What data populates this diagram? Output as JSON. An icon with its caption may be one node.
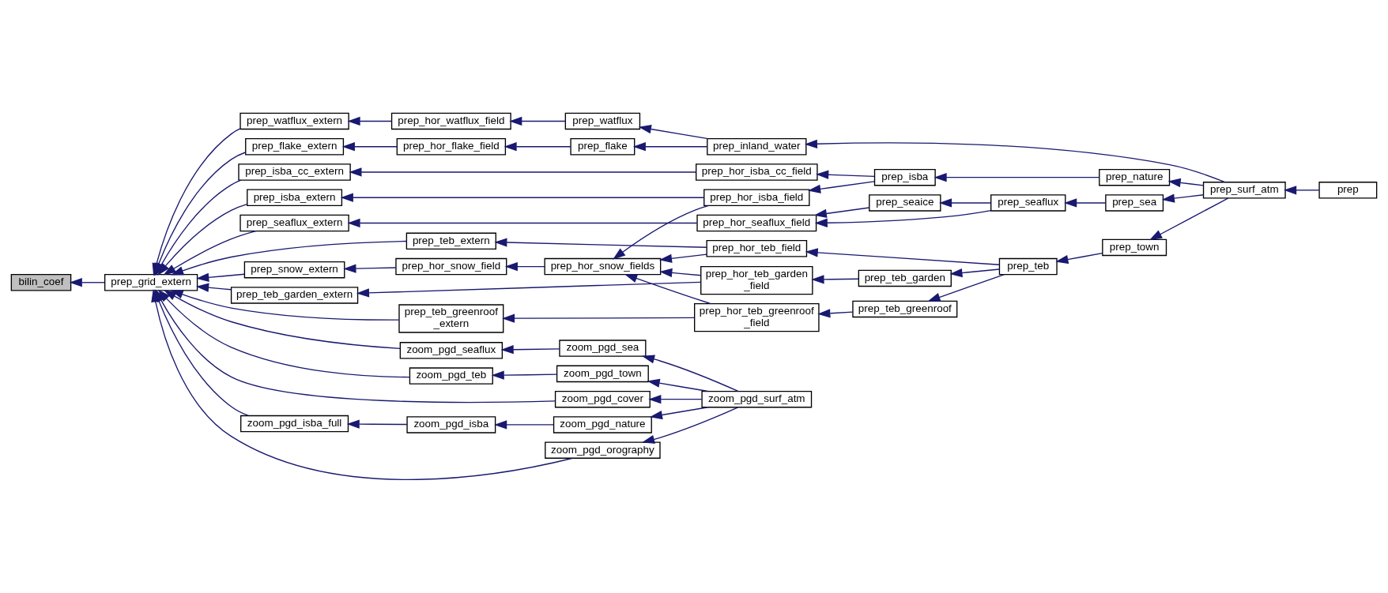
{
  "diagram": {
    "nodes": [
      {
        "text": [
          "bilin_coef"
        ]
      },
      {
        "text": [
          "prep_grid_extern"
        ]
      },
      {
        "text": [
          "prep_watflux_extern"
        ]
      },
      {
        "text": [
          "prep_flake_extern"
        ]
      },
      {
        "text": [
          "prep_isba_cc_extern"
        ]
      },
      {
        "text": [
          "prep_isba_extern"
        ]
      },
      {
        "text": [
          "prep_seaflux_extern"
        ]
      },
      {
        "text": [
          "prep_teb_extern"
        ]
      },
      {
        "text": [
          "prep_snow_extern"
        ]
      },
      {
        "text": [
          "prep_teb_garden_extern"
        ]
      },
      {
        "text": [
          "prep_teb_greenroof _extern"
        ]
      },
      {
        "text": [
          "zoom_pgd_cover"
        ]
      },
      {
        "text": [
          "zoom_pgd_isba_full"
        ]
      },
      {
        "text": [
          "zoom_pgd_orography"
        ]
      },
      {
        "text": [
          "zoom_pgd_seaflux"
        ]
      },
      {
        "text": [
          "zoom_pgd_teb"
        ]
      },
      {
        "text": [
          "prep_hor_watflux_field"
        ]
      },
      {
        "text": [
          "prep_hor_flake_field"
        ]
      },
      {
        "text": [
          "prep_hor_isba_cc_field"
        ]
      },
      {
        "text": [
          "prep_hor_isba_field"
        ]
      },
      {
        "text": [
          "prep_hor_seaflux_field"
        ]
      },
      {
        "text": [
          "prep_hor_snow_field"
        ]
      },
      {
        "text": [
          "prep_watflux"
        ]
      },
      {
        "text": [
          "prep_flake"
        ]
      },
      {
        "text": [
          "prep_seaice"
        ]
      },
      {
        "text": [
          "prep_hor_snow_fields"
        ]
      },
      {
        "text": [
          "prep_inland_water"
        ]
      },
      {
        "text": [
          "prep_hor_teb_field"
        ]
      },
      {
        "text": [
          "prep_hor_teb_garden _field"
        ]
      },
      {
        "text": [
          "prep_hor_teb_greenroof _field"
        ]
      },
      {
        "text": [
          "prep_seaflux"
        ]
      },
      {
        "text": [
          "prep_isba"
        ]
      },
      {
        "text": [
          "prep_teb_garden"
        ]
      },
      {
        "text": [
          "prep_teb_greenroof"
        ]
      },
      {
        "text": [
          "prep_nature"
        ]
      },
      {
        "text": [
          "prep_sea"
        ]
      },
      {
        "text": [
          "prep_teb"
        ]
      },
      {
        "text": [
          "prep_town"
        ]
      },
      {
        "text": [
          "prep_surf_atm"
        ]
      },
      {
        "text": [
          "prep"
        ]
      },
      {
        "text": [
          "zoom_pgd_isba"
        ]
      },
      {
        "text": [
          "zoom_pgd_sea"
        ]
      },
      {
        "text": [
          "zoom_pgd_town"
        ]
      },
      {
        "text": [
          "zoom_pgd_nature"
        ]
      },
      {
        "text": [
          "zoom_pgd_surf_atm"
        ]
      }
    ],
    "edges": [
      {
        "from": 1,
        "to": 0,
        "arrow": "to"
      },
      {
        "from": 2,
        "to": 1,
        "arrow": "to"
      },
      {
        "from": 3,
        "to": 1,
        "arrow": "to"
      },
      {
        "from": 4,
        "to": 1,
        "arrow": "to"
      },
      {
        "from": 5,
        "to": 1,
        "arrow": "to"
      },
      {
        "from": 6,
        "to": 1,
        "arrow": "to"
      },
      {
        "from": 7,
        "to": 1,
        "arrow": "to"
      },
      {
        "from": 8,
        "to": 1,
        "arrow": "to"
      },
      {
        "from": 9,
        "to": 1,
        "arrow": "to"
      },
      {
        "from": 10,
        "to": 1,
        "arrow": "to"
      },
      {
        "from": 11,
        "to": 1,
        "arrow": "to"
      },
      {
        "from": 12,
        "to": 1,
        "arrow": "to"
      },
      {
        "from": 13,
        "to": 1,
        "arrow": "to"
      },
      {
        "from": 14,
        "to": 1,
        "arrow": "to"
      },
      {
        "from": 15,
        "to": 1,
        "arrow": "to"
      },
      {
        "from": 16,
        "to": 2,
        "arrow": "to"
      },
      {
        "from": 17,
        "to": 3,
        "arrow": "to"
      },
      {
        "from": 18,
        "to": 4,
        "arrow": "to"
      },
      {
        "from": 19,
        "to": 5,
        "arrow": "to"
      },
      {
        "from": 20,
        "to": 6,
        "arrow": "to"
      },
      {
        "from": 21,
        "to": 8,
        "arrow": "to"
      },
      {
        "from": 22,
        "to": 16,
        "arrow": "to"
      },
      {
        "from": 23,
        "to": 17,
        "arrow": "to"
      },
      {
        "from": 24,
        "to": 20,
        "arrow": "to"
      },
      {
        "from": 25,
        "to": 21,
        "arrow": "to"
      },
      {
        "from": 26,
        "to": 22,
        "arrow": "to"
      },
      {
        "from": 26,
        "to": 23,
        "arrow": "to"
      },
      {
        "from": 19,
        "to": 25,
        "arrow": "to"
      },
      {
        "from": 27,
        "to": 7,
        "arrow": "to"
      },
      {
        "from": 27,
        "to": 25,
        "arrow": "to"
      },
      {
        "from": 28,
        "to": 25,
        "arrow": "to"
      },
      {
        "from": 28,
        "to": 9,
        "arrow": "to"
      },
      {
        "from": 29,
        "to": 25,
        "arrow": "to"
      },
      {
        "from": 29,
        "to": 10,
        "arrow": "to"
      },
      {
        "from": 30,
        "to": 20,
        "arrow": "to"
      },
      {
        "from": 30,
        "to": 24,
        "arrow": "to"
      },
      {
        "from": 31,
        "to": 18,
        "arrow": "to"
      },
      {
        "from": 31,
        "to": 19,
        "arrow": "to"
      },
      {
        "from": 32,
        "to": 28,
        "arrow": "to"
      },
      {
        "from": 33,
        "to": 29,
        "arrow": "to"
      },
      {
        "from": 34,
        "to": 31,
        "arrow": "to"
      },
      {
        "from": 35,
        "to": 30,
        "arrow": "to"
      },
      {
        "from": 36,
        "to": 27,
        "arrow": "to"
      },
      {
        "from": 36,
        "to": 32,
        "arrow": "to"
      },
      {
        "from": 36,
        "to": 33,
        "arrow": "to"
      },
      {
        "from": 37,
        "to": 36,
        "arrow": "to"
      },
      {
        "from": 38,
        "to": 26,
        "arrow": "to"
      },
      {
        "from": 38,
        "to": 34,
        "arrow": "to"
      },
      {
        "from": 38,
        "to": 35,
        "arrow": "to"
      },
      {
        "from": 38,
        "to": 37,
        "arrow": "to"
      },
      {
        "from": 39,
        "to": 38,
        "arrow": "to"
      },
      {
        "from": 40,
        "to": 12,
        "arrow": "to"
      },
      {
        "from": 41,
        "to": 14,
        "arrow": "to"
      },
      {
        "from": 42,
        "to": 15,
        "arrow": "to"
      },
      {
        "from": 43,
        "to": 40,
        "arrow": "to"
      },
      {
        "from": 44,
        "to": 11,
        "arrow": "to"
      },
      {
        "from": 44,
        "to": 13,
        "arrow": "to"
      },
      {
        "from": 44,
        "to": 43,
        "arrow": "to"
      },
      {
        "from": 44,
        "to": 41,
        "arrow": "to"
      },
      {
        "from": 44,
        "to": 42,
        "arrow": "to"
      }
    ]
  }
}
